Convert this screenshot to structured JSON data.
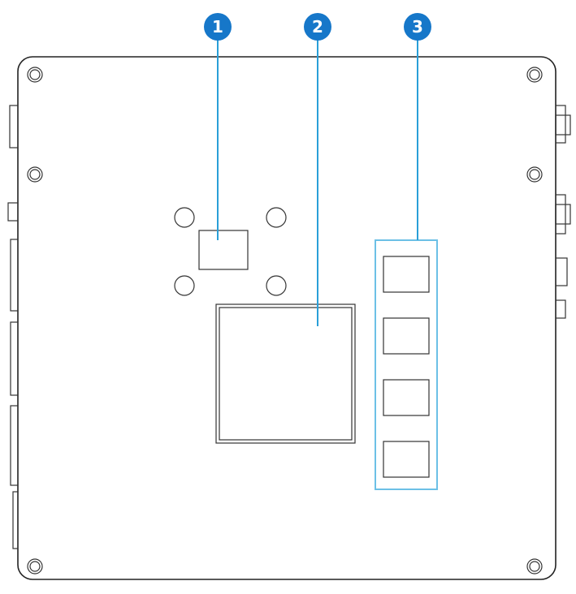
{
  "callouts": [
    {
      "id": "1",
      "label": "1"
    },
    {
      "id": "2",
      "label": "2"
    },
    {
      "id": "3",
      "label": "3"
    }
  ],
  "colors": {
    "badge": "#1677c9",
    "leader_line": "#2a9fd8",
    "outline": "#222222"
  },
  "icons": [
    "screw-hole-icon",
    "memory-slot-icon",
    "chip-icon"
  ]
}
